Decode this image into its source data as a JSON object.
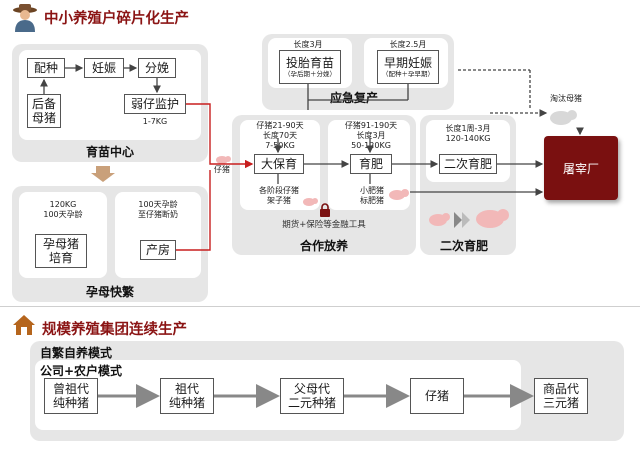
{
  "section1": {
    "title": "中小养殖户碎片化生产",
    "nursery": {
      "label": "育苗中心",
      "breeding": "配种",
      "pregnancy": "妊娠",
      "farrowing": "分娩",
      "reserve_sow": "后备\n母猪",
      "piglet_monitor": "弱仔监护",
      "piglet_weight": "1-7KG"
    },
    "sow_care": {
      "label": "孕母快繁",
      "note1": "120KG\n100天孕龄",
      "box1": "孕母猪\n培育",
      "note2": "100天孕龄\n至仔猪断奶",
      "box2": "产房"
    },
    "emergency": {
      "label": "应急复产",
      "note1": "长度3月",
      "box1": "投胎育苗",
      "box1_sub": "（孕后期＋分娩）",
      "note2": "长度2.5月",
      "box2": "早期妊娠",
      "box2_sub": "（配种＋孕早期）"
    },
    "coop": {
      "label": "合作放养",
      "piglet_label": "仔猪",
      "note1": "仔猪21-90天\n长度70天\n7-50KG",
      "box1": "大保育",
      "note2": "仔猪91-190天\n长度3月\n50-120KG",
      "box2": "育肥",
      "sub1": "各阶段仔猪\n架子猪",
      "sub2": "小肥猪\n标肥猪",
      "finance": "期货+保险等金融工具"
    },
    "secondary": {
      "label": "二次育肥",
      "note": "长度1周-3月\n120-140KG",
      "box": "二次育肥"
    },
    "cull_label": "淘汰母猪",
    "slaughterhouse": "屠宰厂"
  },
  "section2": {
    "title": "规模养殖集团连续生产",
    "mode1": "自繁自养模式",
    "mode2": "公司+农户模式",
    "steps": [
      "曾祖代\n纯种猪",
      "祖代\n纯种猪",
      "父母代\n二元种猪",
      "仔猪",
      "商品代\n三元猪"
    ]
  },
  "colors": {
    "title_red": "#8b1414",
    "slaughter_red": "#7a1010",
    "arrow_red": "#c81e1e",
    "panel_gray": "#e6e6e6"
  }
}
